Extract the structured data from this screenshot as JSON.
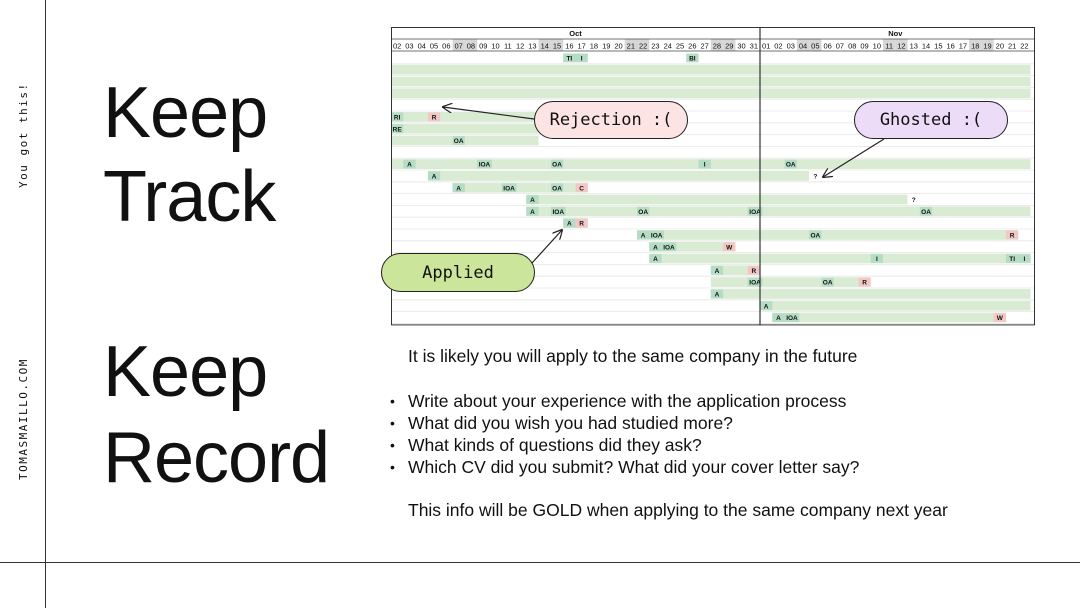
{
  "side": {
    "top": "You got this!",
    "bottom": "TOMASMAILLO.COM"
  },
  "titles": {
    "track_1": "Keep",
    "track_2": "Track",
    "record_1": "Keep",
    "record_2": "Record"
  },
  "callouts": {
    "rejection": "Rejection :(",
    "ghosted": "Ghosted :(",
    "applied": "Applied"
  },
  "body": {
    "intro": "It is likely you will apply to the same company in the future",
    "bullets": [
      "Write about your experience with the application process",
      "What did you wish you had studied more?",
      "What kinds of questions did they ask?",
      "Which CV did you submit? What did your cover letter say?"
    ],
    "outro": "This info will be GOLD when applying to the same company next year"
  },
  "colors": {
    "bar": "#d9ecd3",
    "tag_green": "#b5dcc4",
    "tag_red": "#f4c7c7",
    "rejection_bg": "#fce4e4",
    "ghosted_bg": "#ecdcf7",
    "applied_bg": "#cbe59a"
  },
  "timeline": {
    "months": [
      {
        "label": "Oct",
        "start": 0
      },
      {
        "label": "Nov",
        "start": 30
      }
    ],
    "days": [
      "02",
      "03",
      "04",
      "05",
      "06",
      "07",
      "08",
      "09",
      "10",
      "11",
      "12",
      "13",
      "14",
      "15",
      "16",
      "17",
      "18",
      "19",
      "20",
      "21",
      "22",
      "23",
      "24",
      "25",
      "26",
      "27",
      "28",
      "29",
      "30",
      "31",
      "01",
      "02",
      "03",
      "04",
      "05",
      "06",
      "07",
      "08",
      "09",
      "10",
      "11",
      "12",
      "13",
      "14",
      "15",
      "16",
      "17",
      "18",
      "19",
      "20",
      "21",
      "22"
    ],
    "weekends": [
      5,
      6,
      12,
      13,
      19,
      20,
      26,
      27,
      33,
      34,
      40,
      41,
      47,
      48
    ],
    "rows": [
      {
        "bar": null,
        "tags": [
          {
            "d": 14,
            "t": "TI",
            "c": "g"
          },
          {
            "d": 15,
            "t": "I",
            "c": "g"
          },
          {
            "d": 24,
            "t": "BI",
            "c": "g"
          }
        ]
      },
      {
        "bar": [
          0,
          52
        ],
        "tags": []
      },
      {
        "bar": [
          0,
          52
        ],
        "tags": []
      },
      {
        "bar": [
          0,
          52
        ],
        "tags": []
      },
      {
        "bar": null,
        "tags": []
      },
      {
        "bar": [
          0,
          12
        ],
        "tags": [
          {
            "d": 0,
            "t": "RI",
            "c": "g"
          },
          {
            "d": 3,
            "t": "R",
            "c": "r"
          }
        ]
      },
      {
        "bar": [
          0,
          12
        ],
        "tags": [
          {
            "d": 0,
            "t": "RE",
            "c": "g"
          }
        ]
      },
      {
        "bar": [
          0,
          12
        ],
        "tags": [
          {
            "d": 5,
            "t": "OA",
            "c": "g"
          }
        ]
      },
      {
        "bar": null,
        "tags": []
      },
      {
        "bar": [
          0,
          52
        ],
        "tags": [
          {
            "d": 1,
            "t": "A",
            "c": "g"
          },
          {
            "d": 7,
            "t": "IOA",
            "c": "g"
          },
          {
            "d": 13,
            "t": "OA",
            "c": "g"
          },
          {
            "d": 25,
            "t": "I",
            "c": "g"
          },
          {
            "d": 32,
            "t": "OA",
            "c": "g"
          }
        ]
      },
      {
        "bar": [
          3,
          34
        ],
        "tags": [
          {
            "d": 3,
            "t": "A",
            "c": "g"
          },
          {
            "d": 34,
            "t": "?",
            "c": "w"
          }
        ]
      },
      {
        "bar": [
          5,
          16
        ],
        "tags": [
          {
            "d": 5,
            "t": "A",
            "c": "g"
          },
          {
            "d": 9,
            "t": "IOA",
            "c": "g"
          },
          {
            "d": 13,
            "t": "OA",
            "c": "g"
          },
          {
            "d": 15,
            "t": "C",
            "c": "r"
          }
        ]
      },
      {
        "bar": [
          11,
          42
        ],
        "tags": [
          {
            "d": 11,
            "t": "A",
            "c": "g"
          },
          {
            "d": 42,
            "t": "?",
            "c": "w"
          }
        ]
      },
      {
        "bar": [
          11,
          52
        ],
        "tags": [
          {
            "d": 11,
            "t": "A",
            "c": "g"
          },
          {
            "d": 13,
            "t": "IOA",
            "c": "g"
          },
          {
            "d": 20,
            "t": "OA",
            "c": "g"
          },
          {
            "d": 29,
            "t": "IOA",
            "c": "g"
          },
          {
            "d": 43,
            "t": "OA",
            "c": "g"
          }
        ]
      },
      {
        "bar": [
          14,
          16
        ],
        "tags": [
          {
            "d": 14,
            "t": "A",
            "c": "g"
          },
          {
            "d": 15,
            "t": "R",
            "c": "r"
          }
        ]
      },
      {
        "bar": [
          20,
          51
        ],
        "tags": [
          {
            "d": 20,
            "t": "A",
            "c": "g"
          },
          {
            "d": 21,
            "t": "IOA",
            "c": "g"
          },
          {
            "d": 34,
            "t": "OA",
            "c": "g"
          },
          {
            "d": 50,
            "t": "R",
            "c": "r"
          }
        ]
      },
      {
        "bar": [
          21,
          28
        ],
        "tags": [
          {
            "d": 21,
            "t": "A",
            "c": "g"
          },
          {
            "d": 22,
            "t": "IOA",
            "c": "g"
          },
          {
            "d": 27,
            "t": "W",
            "c": "r"
          }
        ]
      },
      {
        "bar": [
          21,
          52
        ],
        "tags": [
          {
            "d": 21,
            "t": "A",
            "c": "g"
          },
          {
            "d": 39,
            "t": "I",
            "c": "g"
          },
          {
            "d": 50,
            "t": "TI",
            "c": "g"
          },
          {
            "d": 51,
            "t": "I",
            "c": "g"
          }
        ]
      },
      {
        "bar": [
          26,
          30
        ],
        "tags": [
          {
            "d": 26,
            "t": "A",
            "c": "g"
          },
          {
            "d": 29,
            "t": "R",
            "c": "r"
          }
        ]
      },
      {
        "bar": [
          26,
          39
        ],
        "tags": [
          {
            "d": 29,
            "t": "IOA",
            "c": "g"
          },
          {
            "d": 35,
            "t": "OA",
            "c": "g"
          },
          {
            "d": 38,
            "t": "R",
            "c": "r"
          }
        ]
      },
      {
        "bar": [
          26,
          52
        ],
        "tags": [
          {
            "d": 26,
            "t": "A",
            "c": "g"
          }
        ]
      },
      {
        "bar": [
          30,
          52
        ],
        "tags": [
          {
            "d": 30,
            "t": "A",
            "c": "g"
          }
        ]
      },
      {
        "bar": [
          31,
          50
        ],
        "tags": [
          {
            "d": 31,
            "t": "A",
            "c": "g"
          },
          {
            "d": 32,
            "t": "IOA",
            "c": "g"
          },
          {
            "d": 49,
            "t": "W",
            "c": "r"
          }
        ]
      }
    ]
  }
}
